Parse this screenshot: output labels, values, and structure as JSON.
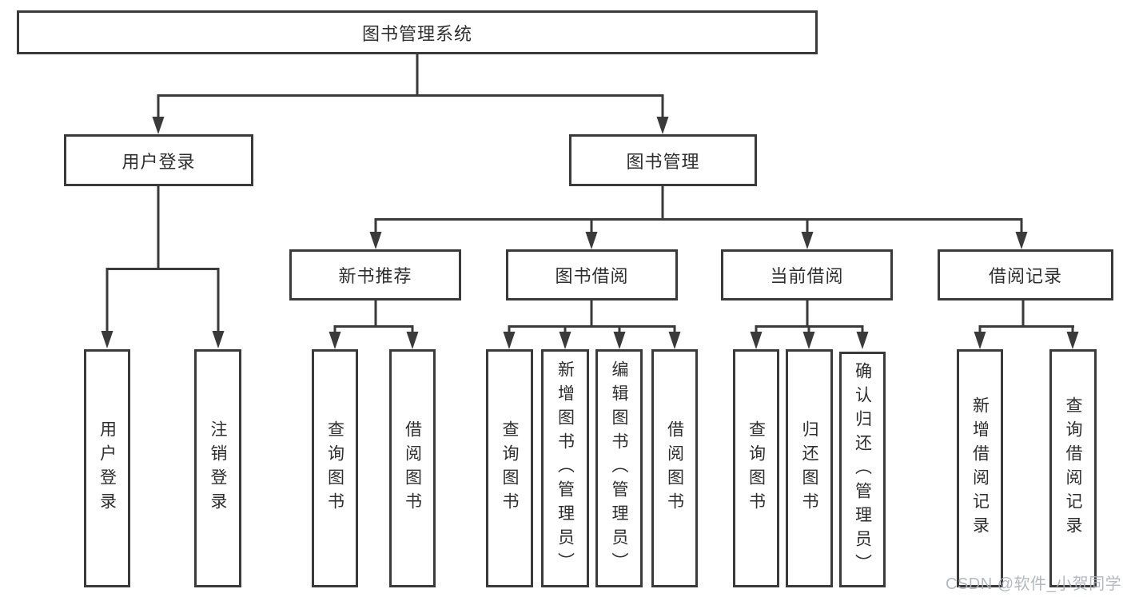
{
  "diagram": {
    "title": "图书管理系统",
    "watermark": "CSDN @软件_小贺同学",
    "colors": {
      "line": "#3a3a3a",
      "box_border": "#3a3a3a",
      "text": "#2e2e2e",
      "background": "#ffffff",
      "watermark": "#aab1b8"
    },
    "nodes": {
      "root": {
        "label": "图书管理系统"
      },
      "user_login": {
        "label": "用户登录"
      },
      "book_mgmt": {
        "label": "图书管理"
      },
      "leaf_user_login": {
        "label": "用户登录"
      },
      "leaf_logout": {
        "label": "注销登录"
      },
      "new_book_rec": {
        "label": "新书推荐"
      },
      "book_borrow": {
        "label": "图书借阅"
      },
      "current_borrow": {
        "label": "当前借阅"
      },
      "borrow_record": {
        "label": "借阅记录"
      },
      "nbr_query": {
        "label": "查询图书"
      },
      "nbr_borrow": {
        "label": "借阅图书"
      },
      "bb_query": {
        "label": "查询图书"
      },
      "bb_add": {
        "label": "新增图书（管理员）"
      },
      "bb_edit": {
        "label": "编辑图书（管理员）"
      },
      "bb_borrow": {
        "label": "借阅图书"
      },
      "cb_query": {
        "label": "查询图书"
      },
      "cb_return": {
        "label": "归还图书"
      },
      "cb_confirm": {
        "label": "确认归还（管理员）"
      },
      "br_add": {
        "label": "新增借阅记录"
      },
      "br_query": {
        "label": "查询借阅记录"
      }
    },
    "hierarchy": {
      "图书管理系统": {
        "用户登录": [
          "用户登录",
          "注销登录"
        ],
        "图书管理": {
          "新书推荐": [
            "查询图书",
            "借阅图书"
          ],
          "图书借阅": [
            "查询图书",
            "新增图书（管理员）",
            "编辑图书（管理员）",
            "借阅图书"
          ],
          "当前借阅": [
            "查询图书",
            "归还图书",
            "确认归还（管理员）"
          ],
          "借阅记录": [
            "新增借阅记录",
            "查询借阅记录"
          ]
        }
      }
    }
  }
}
